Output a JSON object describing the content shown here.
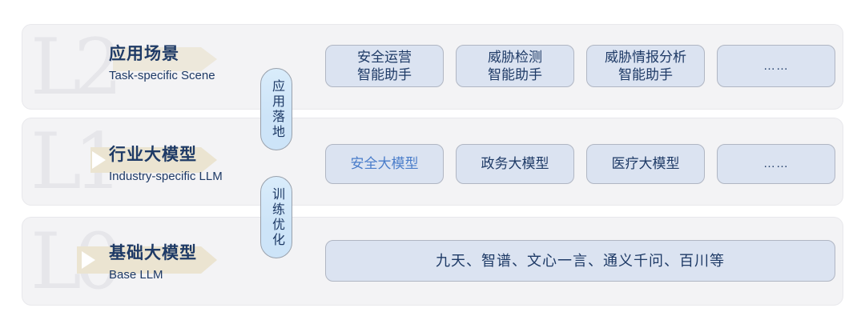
{
  "colors": {
    "page-bg": "#ffffff",
    "panel-bg": "#f3f3f5",
    "panel-border": "#e8e8ec",
    "watermark": "#e6e6ea",
    "banner": "#ebe4d1",
    "box-bg": "#dbe3f1",
    "box-border": "#b0b6c3",
    "pill-bg": "#cde4f8",
    "pill-border": "#99a1ac",
    "navy": "#1e3a66",
    "accent-blue": "#4a7dca"
  },
  "rows": [
    {
      "level": "L2",
      "title": "应用场景",
      "subtitle": "Task-specific Scene",
      "boxes": [
        {
          "line1": "安全运营",
          "line2": "智能助手"
        },
        {
          "line1": "威胁检测",
          "line2": "智能助手"
        },
        {
          "line1": "威胁情报分析",
          "line2": "智能助手"
        },
        {
          "label": "……"
        }
      ]
    },
    {
      "level": "L1",
      "title": "行业大模型",
      "subtitle": "Industry-specific LLM",
      "boxes": [
        {
          "label": "安全大模型"
        },
        {
          "label": "政务大模型"
        },
        {
          "label": "医疗大模型"
        },
        {
          "label": "……"
        }
      ]
    },
    {
      "level": "L0",
      "title": "基础大模型",
      "subtitle": "Base LLM",
      "boxes": [
        {
          "label": "九天、智谱、文心一言、通义千问、百川等"
        }
      ]
    }
  ],
  "connectors": [
    {
      "label": "应用落地"
    },
    {
      "label": "训练优化"
    }
  ]
}
